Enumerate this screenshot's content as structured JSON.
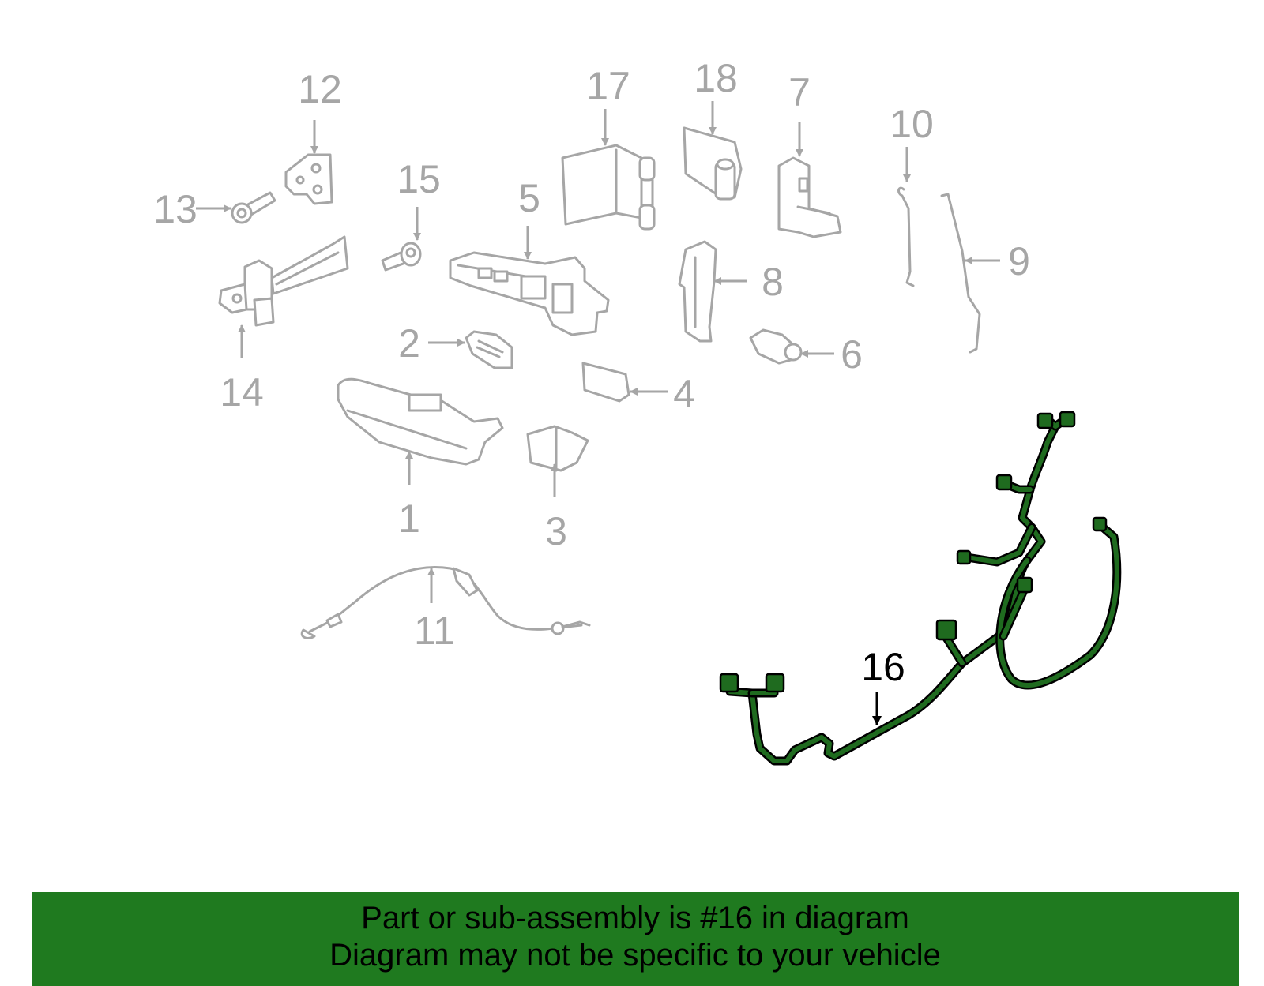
{
  "callouts": [
    {
      "id": "1",
      "text": "1"
    },
    {
      "id": "2",
      "text": "2"
    },
    {
      "id": "3",
      "text": "3"
    },
    {
      "id": "4",
      "text": "4"
    },
    {
      "id": "5",
      "text": "5"
    },
    {
      "id": "6",
      "text": "6"
    },
    {
      "id": "7",
      "text": "7"
    },
    {
      "id": "8",
      "text": "8"
    },
    {
      "id": "9",
      "text": "9"
    },
    {
      "id": "10",
      "text": "10"
    },
    {
      "id": "11",
      "text": "11"
    },
    {
      "id": "12",
      "text": "12"
    },
    {
      "id": "13",
      "text": "13"
    },
    {
      "id": "14",
      "text": "14"
    },
    {
      "id": "15",
      "text": "15"
    },
    {
      "id": "16",
      "text": "16"
    },
    {
      "id": "17",
      "text": "17"
    },
    {
      "id": "18",
      "text": "18"
    }
  ],
  "highlighted_part": "16",
  "colors": {
    "highlight_fill": "#1f6b1f",
    "banner_background": "#1f7a1f",
    "muted_part": "#a6a6a6",
    "background": "#ffffff"
  },
  "banner": {
    "line1": "Part or sub-assembly is #16 in diagram",
    "line2": "Diagram may not be specific to your vehicle"
  }
}
